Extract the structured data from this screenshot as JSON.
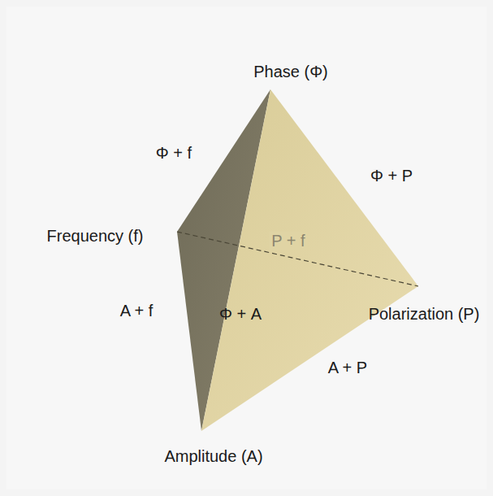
{
  "diagram": {
    "labels": [
      "Phase (Φ)",
      "Φ + f",
      "Φ + P",
      "Frequency (f)",
      "P + f",
      "A + f",
      "Φ + A",
      "Polarization (P)",
      "A + P",
      "Amplitude (A)"
    ]
  }
}
